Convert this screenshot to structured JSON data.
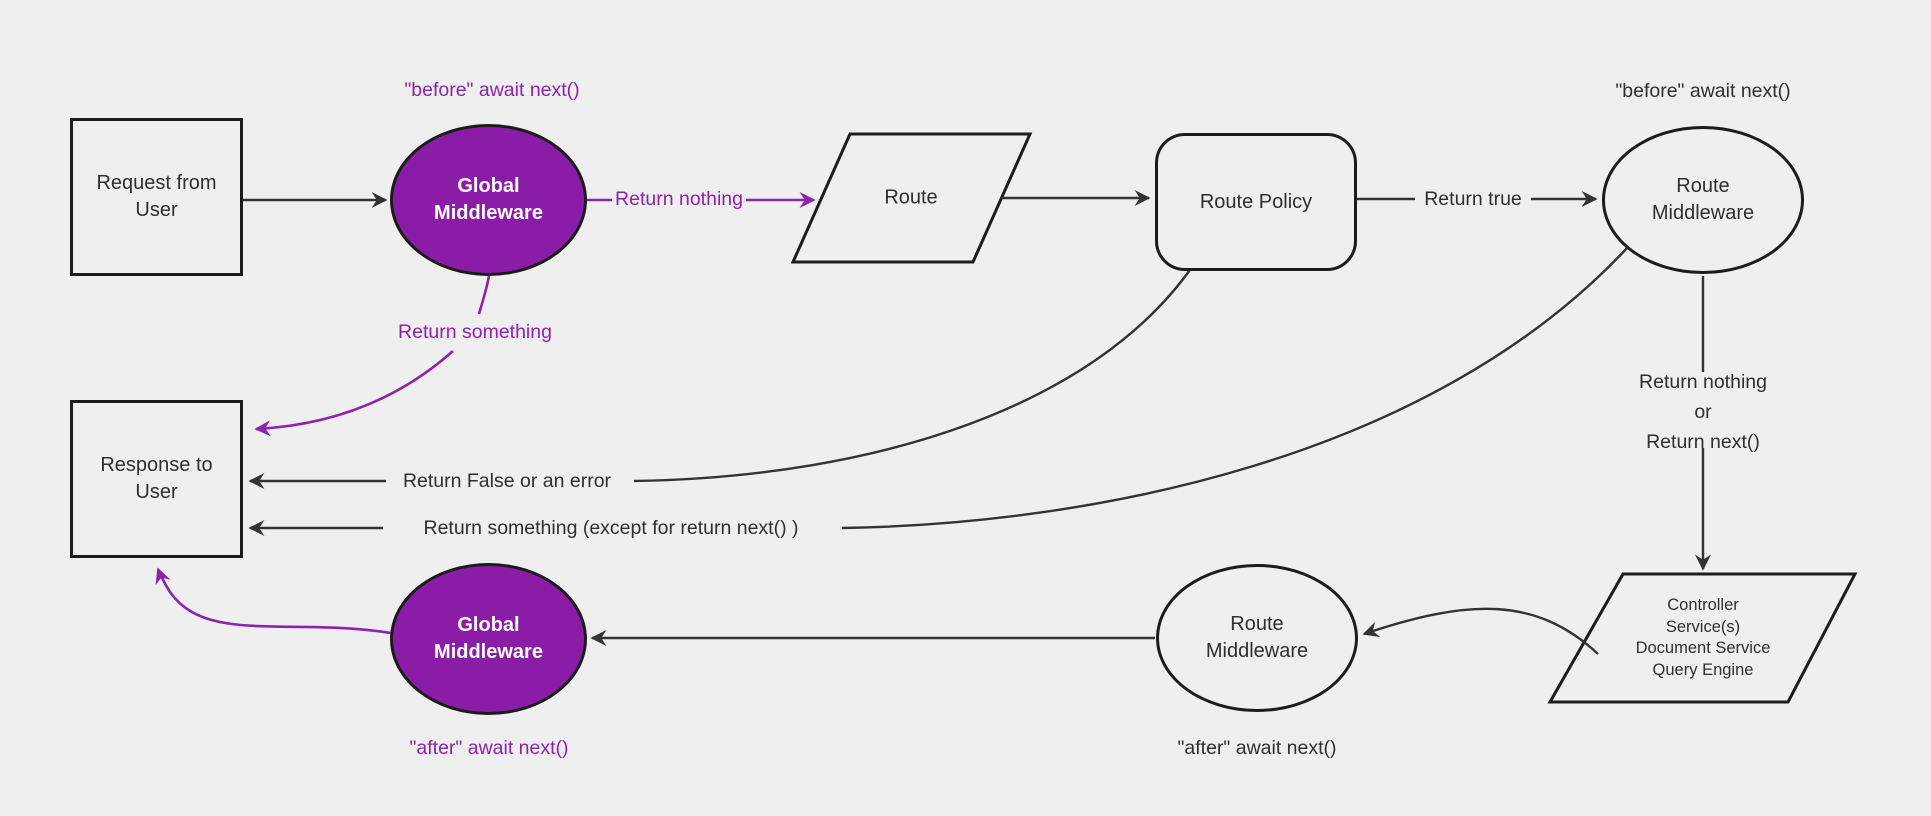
{
  "colors": {
    "background": "#efefef",
    "node_fill": "#efefef",
    "node_stroke": "#1c1c1c",
    "edge_stroke": "#333333",
    "text_dark": "#2f2f2f",
    "purple_fill": "#8a1ca8",
    "purple_accent": "#8d23ab",
    "node_text_light": "#ffffff"
  },
  "diagram": {
    "nodes": {
      "request": {
        "label": "Request from\nUser",
        "shape": "rectangle"
      },
      "global_middleware_top": {
        "label": "Global\nMiddleware",
        "shape": "ellipse"
      },
      "route": {
        "label": "Route",
        "shape": "parallelogram"
      },
      "route_policy": {
        "label": "Route Policy",
        "shape": "rounded-rectangle"
      },
      "route_middleware_top": {
        "label": "Route\nMiddleware",
        "shape": "ellipse"
      },
      "controller": {
        "label": "Controller\nService(s)\nDocument Service\nQuery Engine",
        "shape": "parallelogram"
      },
      "route_middleware_bottom": {
        "label": "Route\nMiddleware",
        "shape": "ellipse"
      },
      "global_middleware_bottom": {
        "label": "Global\nMiddleware",
        "shape": "ellipse"
      },
      "response": {
        "label": "Response to\nUser",
        "shape": "rectangle"
      }
    },
    "edge_labels": {
      "before_await_next_global": "\"before\" await next()",
      "return_nothing": "Return nothing",
      "return_true": "Return true",
      "before_await_next_route": "\"before\" await next()",
      "return_nothing_or_next": "Return nothing\nor\nReturn next()",
      "return_false_or_error": "Return False or an error",
      "return_something_except": "Return something (except for return next() )",
      "return_something": "Return something",
      "after_await_next_global": "\"after\" await next()",
      "after_await_next_route": "\"after\" await next()"
    }
  }
}
